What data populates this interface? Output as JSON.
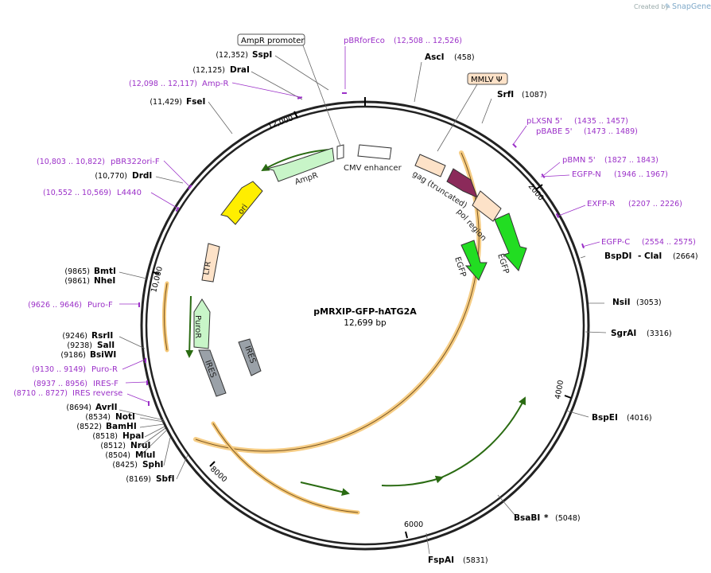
{
  "credit": {
    "prefix": "Created by",
    "brand": "SnapGene"
  },
  "plasmid": {
    "name": "pMRXIP-GFP-hATG2A",
    "size": "12,699 bp"
  },
  "ring_ticks": [
    "12,000",
    "2000",
    "4000",
    "6000",
    "8000",
    "10,000"
  ],
  "boxed_labels": [
    {
      "text": "AmpR promoter"
    },
    {
      "text": "MMLV Ψ"
    }
  ],
  "right_sites": [
    {
      "name": "AscI",
      "pos": "(458)"
    },
    {
      "name": "SrfI",
      "pos": "(1087)"
    },
    {
      "name": "BspDI",
      "sep": "- ClaI",
      "pos": "(2664)"
    },
    {
      "name": "NsiI",
      "pos": "(3053)"
    },
    {
      "name": "SgrAI",
      "pos": "(3316)"
    },
    {
      "name": "BspEI",
      "pos": "(4016)"
    },
    {
      "name": "BsaBI",
      "star": "*",
      "pos": "(5048)"
    },
    {
      "name": "FspAI",
      "pos": "(5831)"
    }
  ],
  "left_sites": [
    {
      "name": "SspI",
      "pos": "(12,352)"
    },
    {
      "name": "DraI",
      "pos": "(12,125)"
    },
    {
      "name": "FseI",
      "pos": "(11,429)"
    },
    {
      "name": "DrdI",
      "pos": "(10,770)"
    },
    {
      "name": "BmtI",
      "pos": "(9865)"
    },
    {
      "name": "NheI",
      "pos": "(9861)"
    },
    {
      "name": "RsrII",
      "pos": "(9246)"
    },
    {
      "name": "SalI",
      "pos": "(9238)"
    },
    {
      "name": "BsiWI",
      "pos": "(9186)"
    },
    {
      "name": "AvrII",
      "pos": "(8694)"
    },
    {
      "name": "NotI",
      "pos": "(8534)"
    },
    {
      "name": "BamHI",
      "pos": "(8522)"
    },
    {
      "name": "HpaI",
      "pos": "(8518)"
    },
    {
      "name": "NruI",
      "pos": "(8512)"
    },
    {
      "name": "MluI",
      "pos": "(8504)"
    },
    {
      "name": "SphI",
      "pos": "(8425)"
    },
    {
      "name": "SbfI",
      "pos": "(8169)"
    }
  ],
  "primers": [
    {
      "name": "pBRforEco",
      "pos": "(12,508 .. 12,526)"
    },
    {
      "name": "Amp-R",
      "pos": "(12,098 .. 12,117)"
    },
    {
      "name": "pLXSN 5'",
      "pos": "(1435 .. 1457)"
    },
    {
      "name": "pBABE 5'",
      "pos": "(1473 .. 1489)"
    },
    {
      "name": "pBMN 5'",
      "pos": "(1827 .. 1843)"
    },
    {
      "name": "EGFP-N",
      "pos": "(1946 .. 1967)"
    },
    {
      "name": "EXFP-R",
      "pos": "(2207 .. 2226)"
    },
    {
      "name": "EGFP-C",
      "pos": "(2554 .. 2575)"
    },
    {
      "name": "pBR322ori-F",
      "pos": "(10,803 .. 10,822)"
    },
    {
      "name": "L4440",
      "pos": "(10,552 .. 10,569)"
    },
    {
      "name": "Puro-F",
      "pos": "(9626 .. 9646)"
    },
    {
      "name": "Puro-R",
      "pos": "(9130 .. 9149)"
    },
    {
      "name": "IRES-F",
      "pos": "(8937 .. 8956)"
    },
    {
      "name": "IRES reverse",
      "pos": "(8710 .. 8727)"
    }
  ],
  "features": [
    {
      "name": "CMV enhancer"
    },
    {
      "name": "AmpR"
    },
    {
      "name": "gag (truncated)"
    },
    {
      "name": "pol region"
    },
    {
      "name": "ori"
    },
    {
      "name": "EGFP"
    },
    {
      "name": "EGFP"
    },
    {
      "name": "LTR"
    },
    {
      "name": "PuroR"
    },
    {
      "name": "IRES"
    },
    {
      "name": "IRES"
    }
  ],
  "colors": {
    "primer": "#9b30c8",
    "ampr": "#c8f5c8",
    "ori": "#ffee00",
    "egfp": "#22dd22",
    "gag": "#fde2c8",
    "pol": "#8b2a5a",
    "ires": "#9aa1a8",
    "orf_glow": "#f5c878"
  }
}
